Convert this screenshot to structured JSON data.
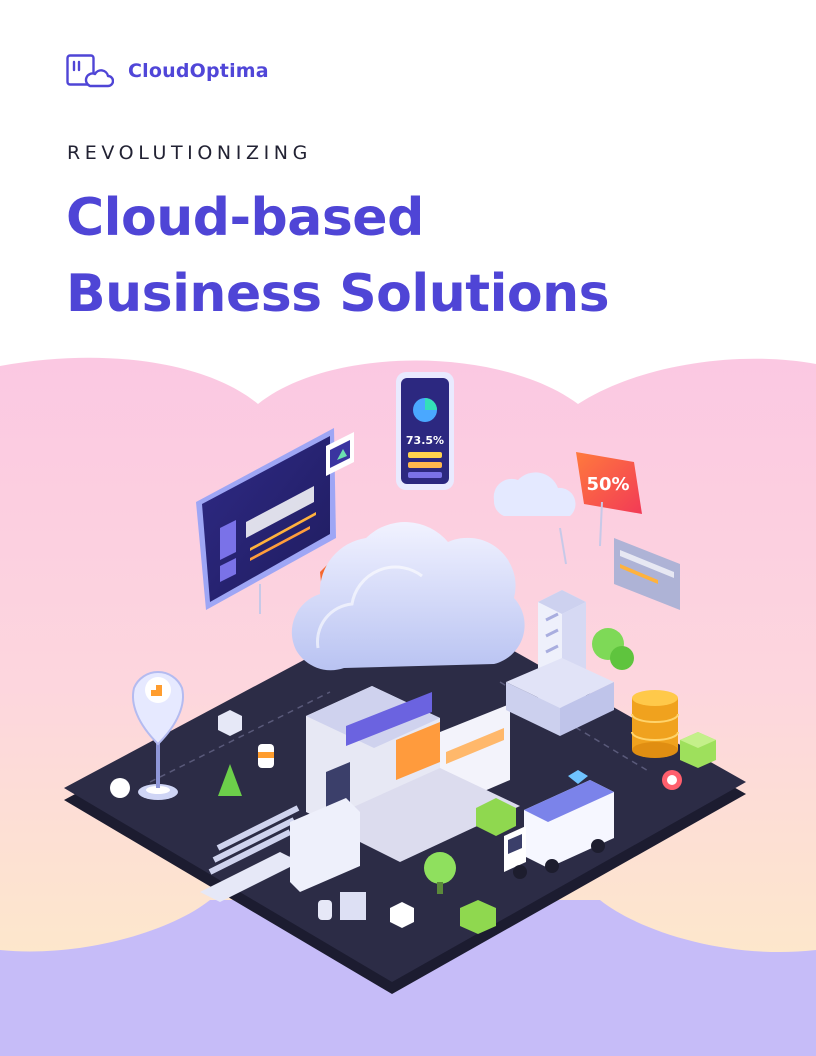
{
  "brand": {
    "name": "CloudOptima",
    "accent": "#4f45d6"
  },
  "cover": {
    "eyebrow": "REVOLUTIONIZING",
    "title_line1": "Cloud-based",
    "title_line2": "Business Solutions"
  },
  "illustration": {
    "stat_badge": "50%",
    "phone_stat": "73.5%"
  },
  "colors": {
    "headline": "#4f45d6",
    "blob_top": "#fbc9e3",
    "blob_bottom": "#fde5cd",
    "band": "#c6bcf8",
    "platform": "#2b2b44"
  }
}
